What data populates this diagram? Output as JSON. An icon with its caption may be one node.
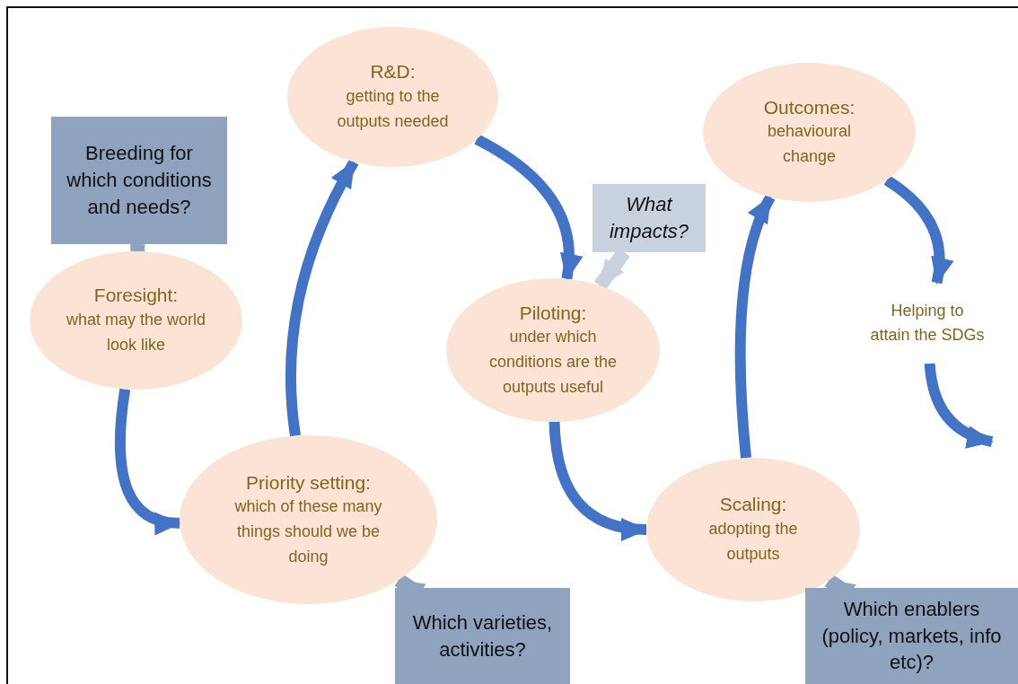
{
  "diagram": {
    "nodes": [
      {
        "text": [
          "Breeding for which conditions and needs?"
        ]
      },
      {
        "text": [
          "Foresight:",
          "what may the world look like"
        ]
      },
      {
        "text": [
          "R&D:",
          "getting to the outputs needed"
        ]
      },
      {
        "text": [
          "Priority setting:",
          "which of these many things should we be doing"
        ]
      },
      {
        "text": [
          "What impacts?"
        ]
      },
      {
        "text": [
          "Piloting:",
          "under which conditions are the outputs useful"
        ]
      },
      {
        "text": [
          "Outcomes:",
          "behavioural change"
        ]
      },
      {
        "text": [
          "Scaling:",
          "adopting the outputs"
        ]
      },
      {
        "text": [
          "Which varieties, activities?"
        ]
      },
      {
        "text": [
          "Which enablers (policy, markets, info etc)?"
        ]
      },
      {
        "text": [
          "Helping to attain the SDGs"
        ]
      }
    ],
    "edges": [
      {
        "from": 0,
        "to": 1,
        "arrow": "to",
        "color": "#8fa3bf"
      },
      {
        "from": 1,
        "to": 3,
        "arrow": "to"
      },
      {
        "from": 3,
        "to": 2,
        "arrow": "to"
      },
      {
        "from": 2,
        "to": 5,
        "arrow": "to"
      },
      {
        "from": 4,
        "to": 5,
        "arrow": "to",
        "color": "#c8d2de"
      },
      {
        "from": 5,
        "to": 7,
        "arrow": "to"
      },
      {
        "from": 7,
        "to": 6,
        "arrow": "to"
      },
      {
        "from": 6,
        "to": 10,
        "arrow": "to"
      },
      {
        "from": 10,
        "to": null,
        "arrow": "to"
      },
      {
        "from": 8,
        "to": 3,
        "arrow": "to",
        "color": "#8fa3bf"
      },
      {
        "from": 9,
        "to": 7,
        "arrow": "to",
        "color": "#8fa3bf"
      }
    ]
  }
}
